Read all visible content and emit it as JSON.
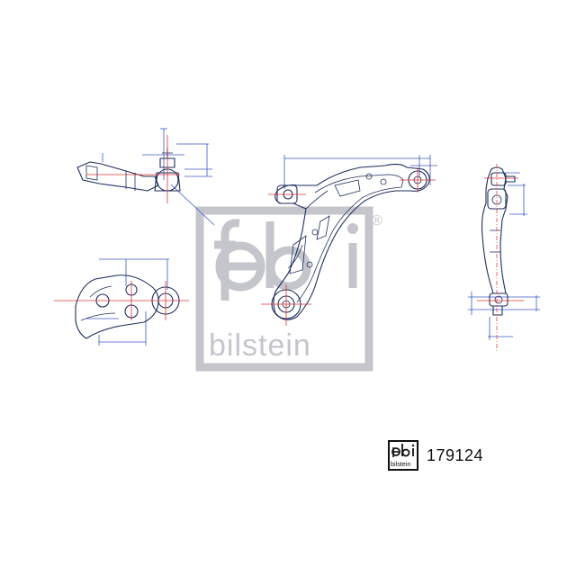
{
  "brand": {
    "word": "febi",
    "subword": "bilstein",
    "registered_mark": "®"
  },
  "part_number": "179124",
  "colors": {
    "outline": "#1f2f5c",
    "dimension": "#3b57c7",
    "centerline": "#e03030",
    "watermark": "#c4c6cc"
  }
}
